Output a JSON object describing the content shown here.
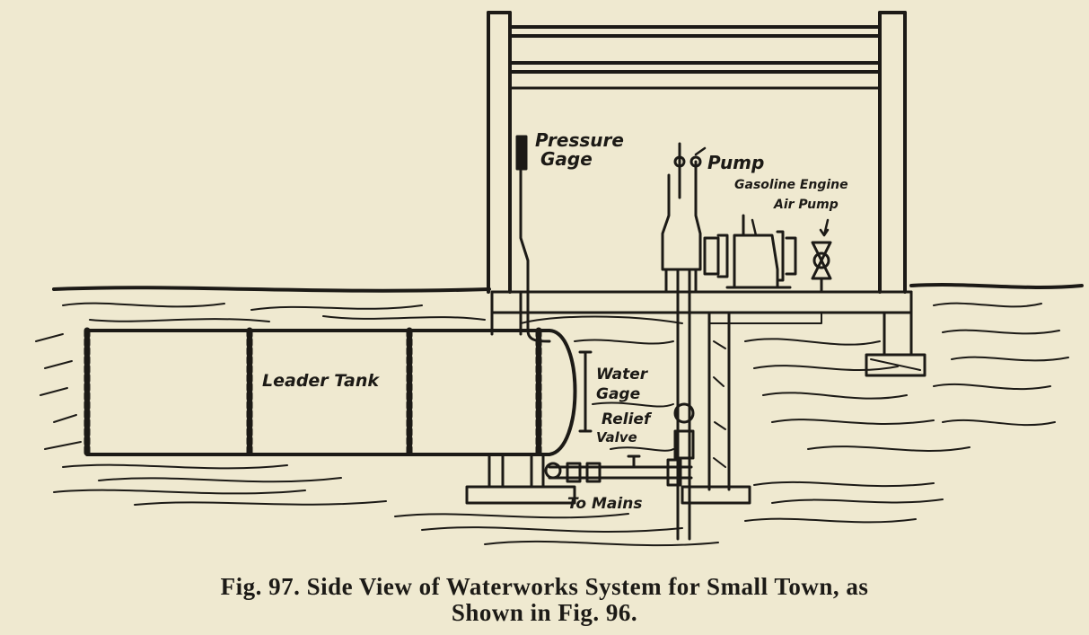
{
  "figure": {
    "labels": {
      "pressure_gage": [
        "Pressure",
        "Gage"
      ],
      "pump": "Pump",
      "gasoline_engine": "Gasoline Engine",
      "air_pump": "Air Pump",
      "leader_tank": "Leader Tank",
      "water_gage": [
        "Water",
        "Gage"
      ],
      "relief_valve": [
        "Relief",
        "Valve"
      ],
      "to_mains": "To Mains"
    }
  },
  "caption": {
    "line1": "Fig. 97.  Side View of Waterworks System for Small Town, as",
    "line2": "Shown in Fig. 96."
  }
}
